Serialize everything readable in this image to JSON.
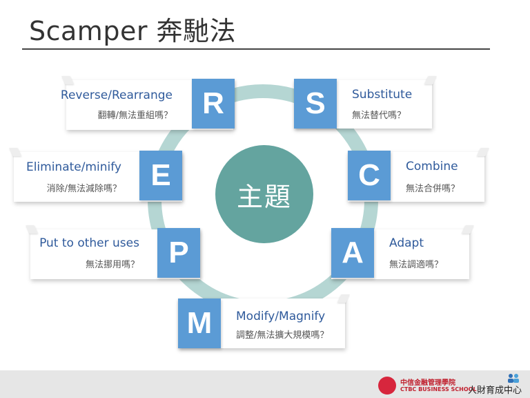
{
  "title": "Scamper 奔馳法",
  "center_label": "主題",
  "items": [
    {
      "letter": "S",
      "en": "Substitute",
      "zh": "無法替代嗎？"
    },
    {
      "letter": "C",
      "en": "Combine",
      "zh": "無法合併嗎？"
    },
    {
      "letter": "A",
      "en": "Adapt",
      "zh": "無法調適嗎？"
    },
    {
      "letter": "M",
      "en": "Modify/Magnify",
      "zh": "調整/無法擴大規模嗎？"
    },
    {
      "letter": "P",
      "en": "Put to other uses",
      "zh": "無法挪用嗎？"
    },
    {
      "letter": "E",
      "en": "Eliminate/minify",
      "zh": "消除/無法減除嗎？"
    },
    {
      "letter": "R",
      "en": "Reverse/Rearrange",
      "zh": "翻轉/無法重組嗎？"
    }
  ],
  "footer": {
    "school_cn": "中信金融管理學院",
    "school_en": "CTBC BUSINESS SCHOOL",
    "center_name": "人財育成中心"
  },
  "colors": {
    "letter_box": "#5b9bd5",
    "ring": "#b5d6d3",
    "center": "#64a49f",
    "english_text": "#2f5a9b"
  }
}
